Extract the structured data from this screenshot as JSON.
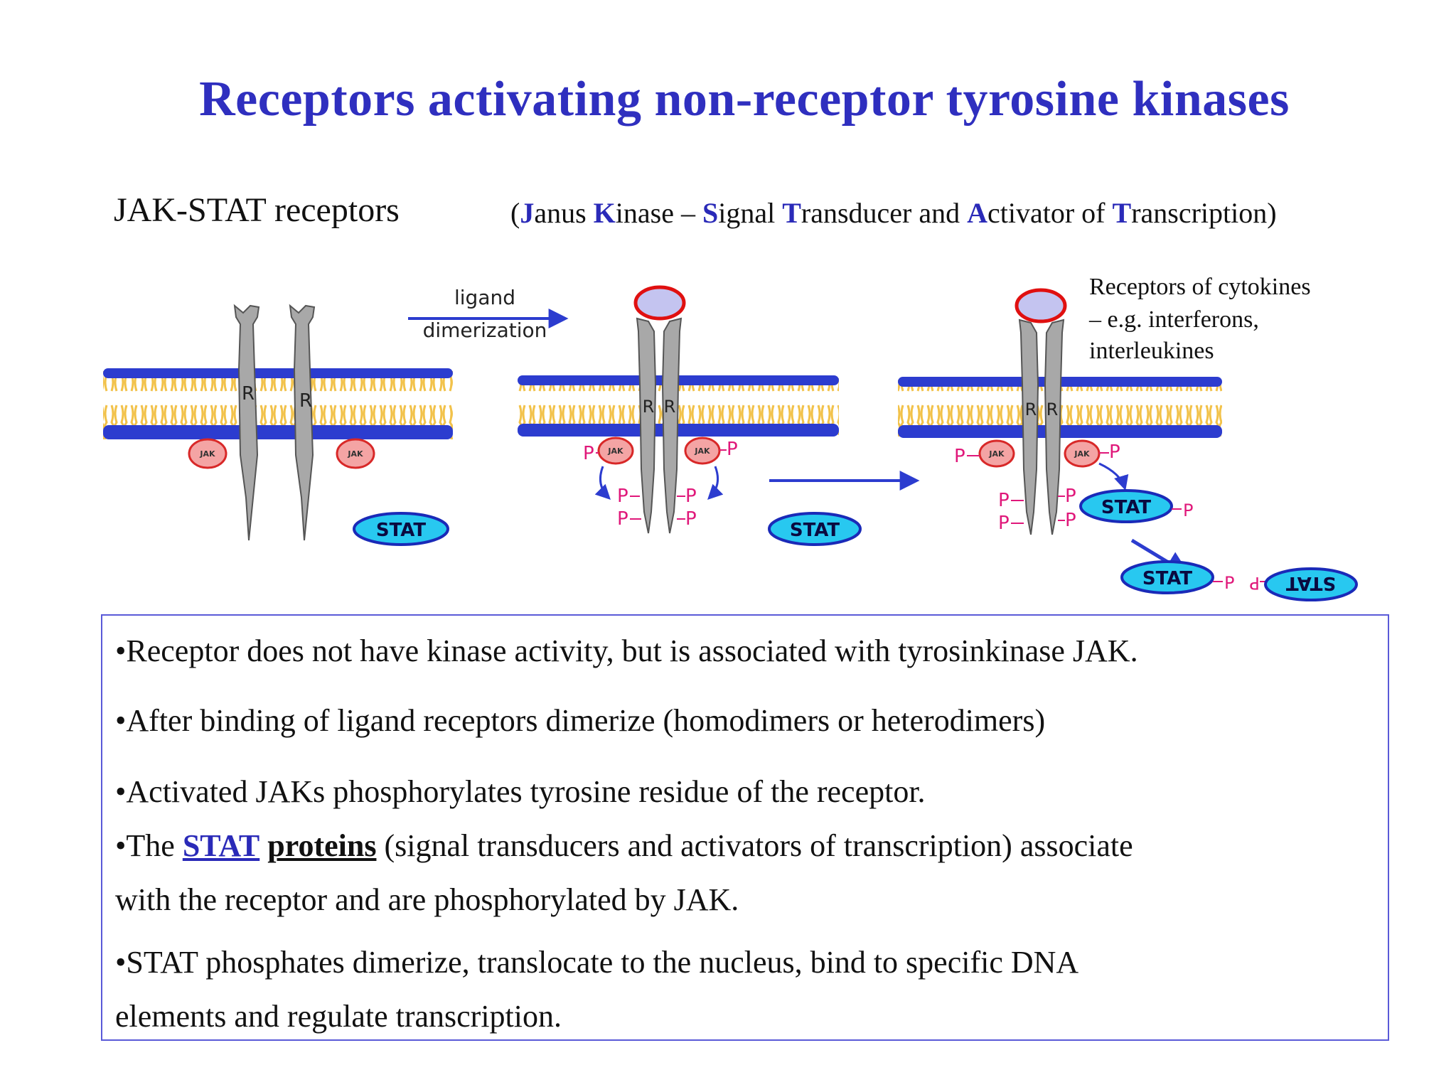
{
  "title": "Receptors activating non-receptor tyrosine kinases",
  "subtitle": "JAK-STAT receptors",
  "expansion": {
    "open": "(",
    "parts": [
      {
        "hl": "J",
        "rest": "anus "
      },
      {
        "hl": "K",
        "rest": "inase – "
      },
      {
        "hl": "S",
        "rest": "ignal "
      },
      {
        "hl": "T",
        "rest": "ransducer and "
      },
      {
        "hl": "A",
        "rest": "ctivator of "
      },
      {
        "hl": "T",
        "rest": "ranscription"
      }
    ],
    "close": ")"
  },
  "diagram": {
    "arrow1_line1": "ligand",
    "arrow1_line2": "dimerization",
    "cytokine_line1": "Receptors of cytokines",
    "cytokine_line2": "– e.g. interferons,",
    "cytokine_line3": "interleukines",
    "receptor_label": "R",
    "jak_label": "JAK",
    "stat_label": "STAT",
    "stat_flipped_label": "STAT",
    "p_label": "P",
    "colors": {
      "membrane_blue": "#2c3ccf",
      "lipid_yellow": "#f2c24a",
      "receptor_gray": "#a8a8a8",
      "jak_fill": "#f4a4a4",
      "jak_border": "#d82828",
      "stat_fill": "#28c8f0",
      "stat_border": "#1a2ab8",
      "ligand_fill": "#c4c4f0",
      "ligand_border": "#e01010",
      "phospho": "#e0187a",
      "arrow": "#2c3ccf"
    }
  },
  "bullets": {
    "b1": "•Receptor does not have kinase activity, but is associated with tyrosinkinase JAK.",
    "b2": "•After binding of ligand receptors dimerize (homodimers or heterodimers)",
    "b3": "•Activated JAKs phosphorylates tyrosine residue of the receptor.",
    "b4_prefix": "•The ",
    "b4_stat": "STAT",
    "b4_proteins": "proteins",
    "b4_rest": " (signal transducers and activators of transcription) associate",
    "b4_line2": "with the receptor and are phosphorylated by JAK.",
    "b5_line1": "•STAT phosphates dimerize, translocate to the nucleus, bind to specific DNA",
    "b5_line2": "elements and regulate transcription."
  }
}
